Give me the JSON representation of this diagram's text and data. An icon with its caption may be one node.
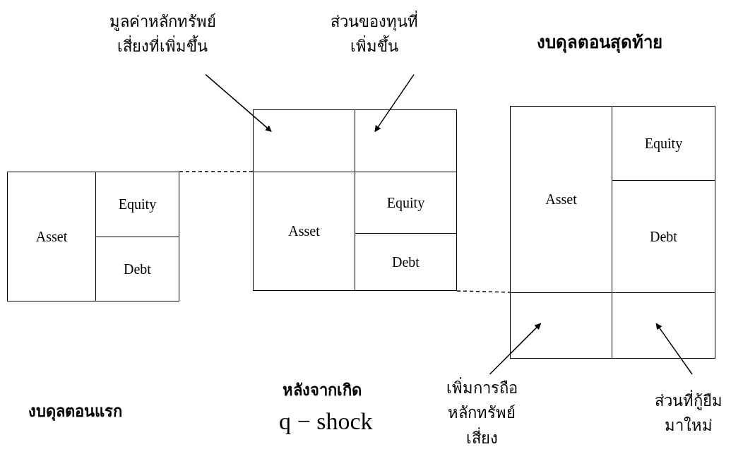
{
  "diagram": {
    "nodes": [
      {
        "text": [
          "มูลค่าหลักทรัพย์เสี่ยงที่เพิ่มขึ้น"
        ]
      },
      {
        "text": [
          "ส่วนของทุนที่เพิ่มขึ้น"
        ]
      },
      {
        "text": [],
        "shape": "box"
      },
      {
        "text": [],
        "shape": "box"
      },
      {
        "text": [
          "Asset"
        ]
      },
      {
        "text": [
          "Equity"
        ]
      },
      {
        "text": [
          "Debt"
        ]
      },
      {
        "text": [
          "Asset"
        ]
      },
      {
        "text": [
          "Equity"
        ]
      },
      {
        "text": [
          "Debt"
        ]
      },
      {
        "text": [
          "Asset"
        ]
      },
      {
        "text": [
          "Equity"
        ]
      },
      {
        "text": [
          "Debt"
        ]
      },
      {
        "text": [],
        "shape": "box"
      },
      {
        "text": [],
        "shape": "box"
      },
      {
        "text": [
          "เพิ่มการถือหลักทรัพย์เสี่ยง"
        ]
      },
      {
        "text": [
          "ส่วนที่กู้ยืมมาใหม่"
        ]
      }
    ],
    "edges": [
      {
        "from": 0,
        "to": 2,
        "arrow": "to"
      },
      {
        "from": 1,
        "to": 3,
        "arrow": "to"
      },
      {
        "from": 15,
        "to": 13,
        "arrow": "to"
      },
      {
        "from": 16,
        "to": 14,
        "arrow": "to"
      },
      {
        "from": 5,
        "to": 7,
        "arrow": "none",
        "style": "dashed"
      },
      {
        "from": 9,
        "to": 13,
        "arrow": "none",
        "style": "dashed"
      }
    ],
    "labels": [
      "งบดุลตอนสุดท้าย",
      "หลังจากเกิด",
      "งบดุลตอนแรก",
      "q − shock"
    ]
  }
}
